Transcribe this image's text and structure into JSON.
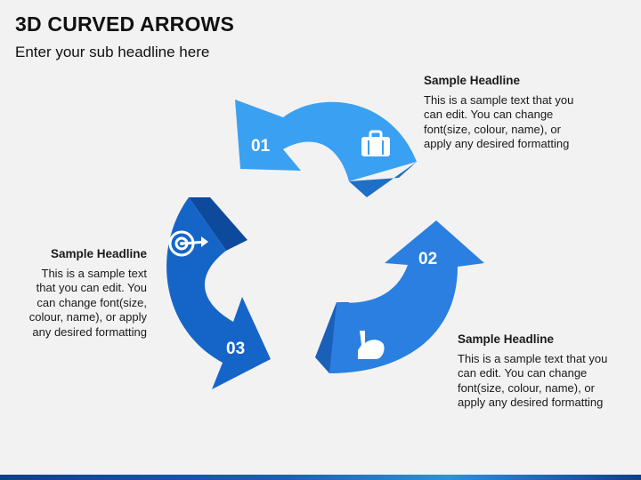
{
  "title": "3D CURVED ARROWS",
  "subtitle": "Enter your sub headline here",
  "steps": [
    {
      "number": "01",
      "icon": "briefcase-icon",
      "headline": "Sample Headline",
      "text": "This is a sample text that you can edit. You can change font(size, colour, name), or apply any desired formatting",
      "color": "#3aa0f2"
    },
    {
      "number": "02",
      "icon": "flexed-arm-icon",
      "headline": "Sample Headline",
      "text": "This is a sample text that you can edit. You can change font(size, colour, name), or apply any desired formatting",
      "color": "#2a7fe0"
    },
    {
      "number": "03",
      "icon": "target-icon",
      "headline": "Sample Headline",
      "text": "This is a sample text that you can edit. You can change font(size, colour, name), or apply any desired formatting",
      "color": "#1565c8"
    }
  ]
}
